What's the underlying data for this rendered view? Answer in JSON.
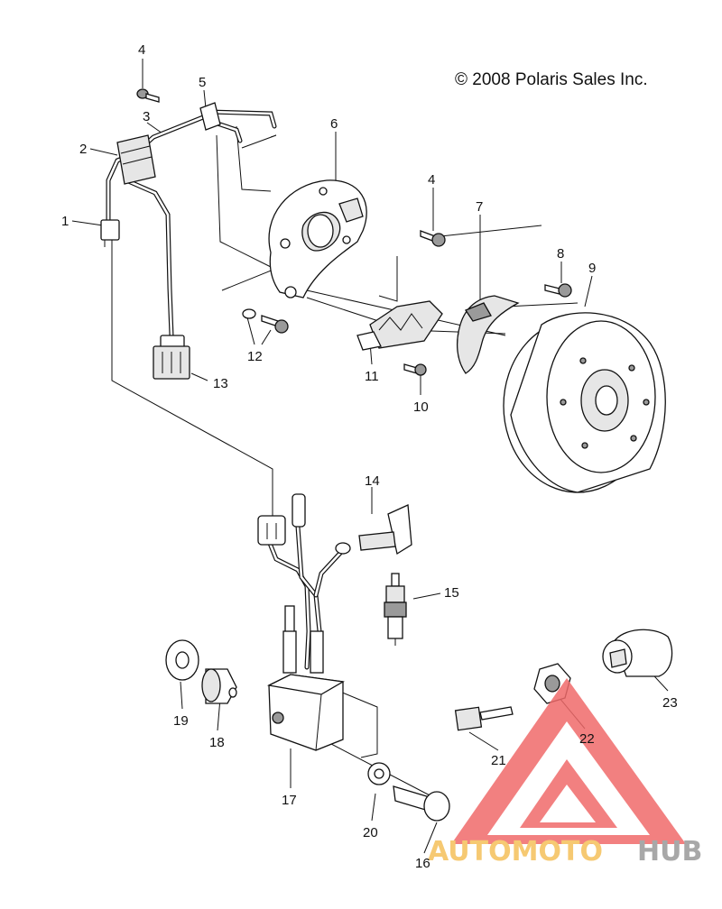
{
  "copyright": "© 2008 Polaris Sales Inc.",
  "callouts": [
    "1",
    "2",
    "3",
    "4",
    "5",
    "6",
    "4",
    "7",
    "8",
    "9",
    "12",
    "11",
    "10",
    "13",
    "14",
    "15",
    "19",
    "18",
    "23",
    "22",
    "21",
    "17",
    "20",
    "16"
  ],
  "watermark": {
    "brand_a": "AUTOMOTO",
    "brand_b": "HUB",
    "colors": {
      "triangle": "#f06a6a",
      "brand_a": "#f5c05a",
      "brand_b": "#9a9a9a"
    }
  }
}
